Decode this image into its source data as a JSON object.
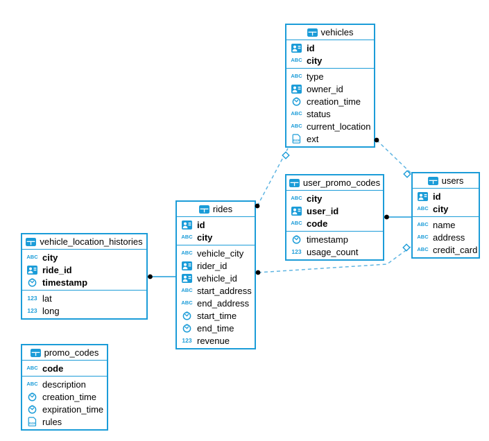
{
  "diagram": {
    "background_color": "#ffffff",
    "accent_color": "#1b9cd8",
    "dashed_line_color": "#5fb5e2",
    "connector_dot_color": "#000000",
    "tables": [
      {
        "id": "vehicles",
        "name": "vehicles",
        "icon": "table-icon",
        "primary_key_fields": [
          {
            "name": "id",
            "type": "uuid",
            "icon": "id-icon"
          },
          {
            "name": "city",
            "type": "text",
            "icon": "text-icon"
          }
        ],
        "fields": [
          {
            "name": "type",
            "type": "text",
            "icon": "text-icon"
          },
          {
            "name": "owner_id",
            "type": "uuid",
            "icon": "id-icon"
          },
          {
            "name": "creation_time",
            "type": "timestamp",
            "icon": "timestamp-icon"
          },
          {
            "name": "status",
            "type": "text",
            "icon": "text-icon"
          },
          {
            "name": "current_location",
            "type": "text",
            "icon": "text-icon"
          },
          {
            "name": "ext",
            "type": "json",
            "icon": "json-icon"
          }
        ]
      },
      {
        "id": "user_promo_codes",
        "name": "user_promo_codes",
        "icon": "table-icon",
        "primary_key_fields": [
          {
            "name": "city",
            "type": "text",
            "icon": "text-icon"
          },
          {
            "name": "user_id",
            "type": "uuid",
            "icon": "id-icon"
          },
          {
            "name": "code",
            "type": "text",
            "icon": "text-icon"
          }
        ],
        "fields": [
          {
            "name": "timestamp",
            "type": "timestamp",
            "icon": "timestamp-icon"
          },
          {
            "name": "usage_count",
            "type": "number",
            "icon": "number-icon"
          }
        ]
      },
      {
        "id": "users",
        "name": "users",
        "icon": "table-icon",
        "primary_key_fields": [
          {
            "name": "id",
            "type": "uuid",
            "icon": "id-icon"
          },
          {
            "name": "city",
            "type": "text",
            "icon": "text-icon"
          }
        ],
        "fields": [
          {
            "name": "name",
            "type": "text",
            "icon": "text-icon"
          },
          {
            "name": "address",
            "type": "text",
            "icon": "text-icon"
          },
          {
            "name": "credit_card",
            "type": "text",
            "icon": "text-icon"
          }
        ]
      },
      {
        "id": "rides",
        "name": "rides",
        "icon": "table-icon",
        "primary_key_fields": [
          {
            "name": "id",
            "type": "uuid",
            "icon": "id-icon"
          },
          {
            "name": "city",
            "type": "text",
            "icon": "text-icon"
          }
        ],
        "fields": [
          {
            "name": "vehicle_city",
            "type": "text",
            "icon": "text-icon"
          },
          {
            "name": "rider_id",
            "type": "uuid",
            "icon": "id-icon"
          },
          {
            "name": "vehicle_id",
            "type": "uuid",
            "icon": "id-icon"
          },
          {
            "name": "start_address",
            "type": "text",
            "icon": "text-icon"
          },
          {
            "name": "end_address",
            "type": "text",
            "icon": "text-icon"
          },
          {
            "name": "start_time",
            "type": "timestamp",
            "icon": "timestamp-icon"
          },
          {
            "name": "end_time",
            "type": "timestamp",
            "icon": "timestamp-icon"
          },
          {
            "name": "revenue",
            "type": "number",
            "icon": "number-icon"
          }
        ]
      },
      {
        "id": "vehicle_location_histories",
        "name": "vehicle_location_histories",
        "icon": "table-icon",
        "primary_key_fields": [
          {
            "name": "city",
            "type": "text",
            "icon": "text-icon"
          },
          {
            "name": "ride_id",
            "type": "uuid",
            "icon": "id-icon"
          },
          {
            "name": "timestamp",
            "type": "timestamp",
            "icon": "timestamp-icon"
          }
        ],
        "fields": [
          {
            "name": "lat",
            "type": "number",
            "icon": "number-icon"
          },
          {
            "name": "long",
            "type": "number",
            "icon": "number-icon"
          }
        ]
      },
      {
        "id": "promo_codes",
        "name": "promo_codes",
        "icon": "table-icon",
        "primary_key_fields": [
          {
            "name": "code",
            "type": "text",
            "icon": "text-icon"
          }
        ],
        "fields": [
          {
            "name": "description",
            "type": "text",
            "icon": "text-icon"
          },
          {
            "name": "creation_time",
            "type": "timestamp",
            "icon": "timestamp-icon"
          },
          {
            "name": "expiration_time",
            "type": "timestamp",
            "icon": "timestamp-icon"
          },
          {
            "name": "rules",
            "type": "json",
            "icon": "json-icon"
          }
        ]
      }
    ],
    "relations": [
      {
        "from": "vehicles",
        "to": "users",
        "style": "dashed"
      },
      {
        "from": "rides",
        "to": "vehicles",
        "style": "dashed"
      },
      {
        "from": "rides",
        "to": "users",
        "style": "dashed"
      },
      {
        "from": "vehicle_location_histories",
        "to": "rides",
        "style": "solid"
      },
      {
        "from": "user_promo_codes",
        "to": "users",
        "style": "solid"
      }
    ]
  }
}
